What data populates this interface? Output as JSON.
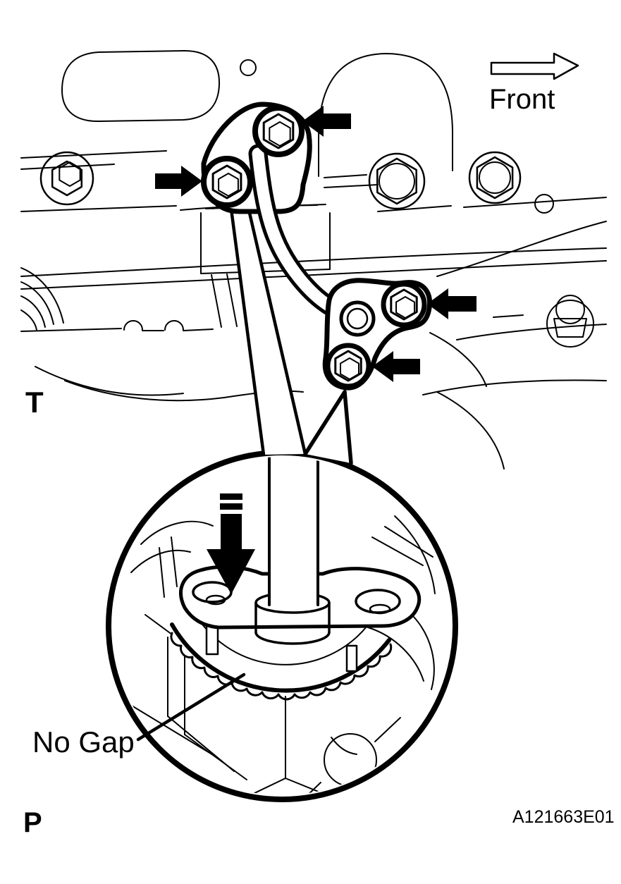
{
  "diagram": {
    "front_label": "Front",
    "marker_top": "T",
    "marker_bottom": "P",
    "no_gap_label": "No Gap",
    "figure_code": "A121663E01",
    "colors": {
      "line": "#000000",
      "background": "#ffffff",
      "pointer_fill": "#000000"
    },
    "icons": {
      "front_arrow": "outline-right-arrow",
      "bolt_pointer": "solid-black-arrow",
      "press_pointer": "solid-down-arrow",
      "detail_view": "magnifier-circle"
    },
    "counts": {
      "bolt_pointer_arrows": 4
    }
  }
}
